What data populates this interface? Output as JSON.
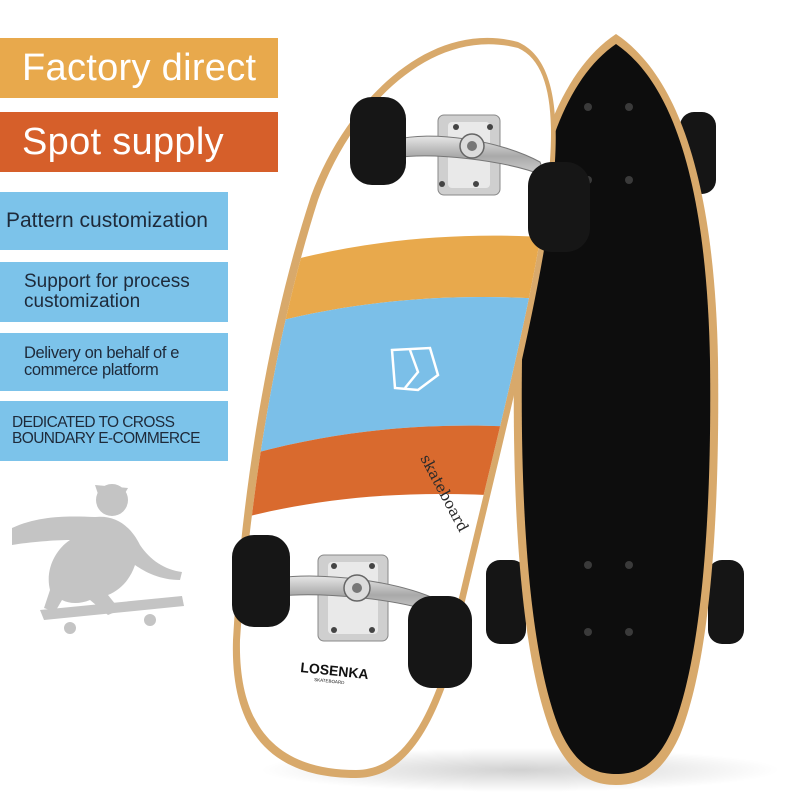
{
  "banners": [
    {
      "text": "Factory direct"
    },
    {
      "text": "Spot supply"
    },
    {
      "text": "Pattern customization"
    },
    {
      "text": "Support for process customization"
    },
    {
      "text": "Delivery on behalf of e commerce platform"
    },
    {
      "text": "DEDICATED TO CROSS BOUNDARY E-COMMERCE"
    }
  ],
  "board": {
    "print_text": "skateboard",
    "brand_text": "LOSENKA",
    "brand_sub": "SKATEBOARD"
  },
  "colors": {
    "banner_orange": "#e8a94c",
    "banner_red": "#d65f2a",
    "banner_blue": "#7cc3ea",
    "board_blue": "#7bbfe8",
    "board_orange": "#e8a94c",
    "board_red": "#d96a2e",
    "deck_black": "#0d0d0d",
    "wood_edge": "#d8a96b",
    "silhouette": "#c4c4c4"
  }
}
